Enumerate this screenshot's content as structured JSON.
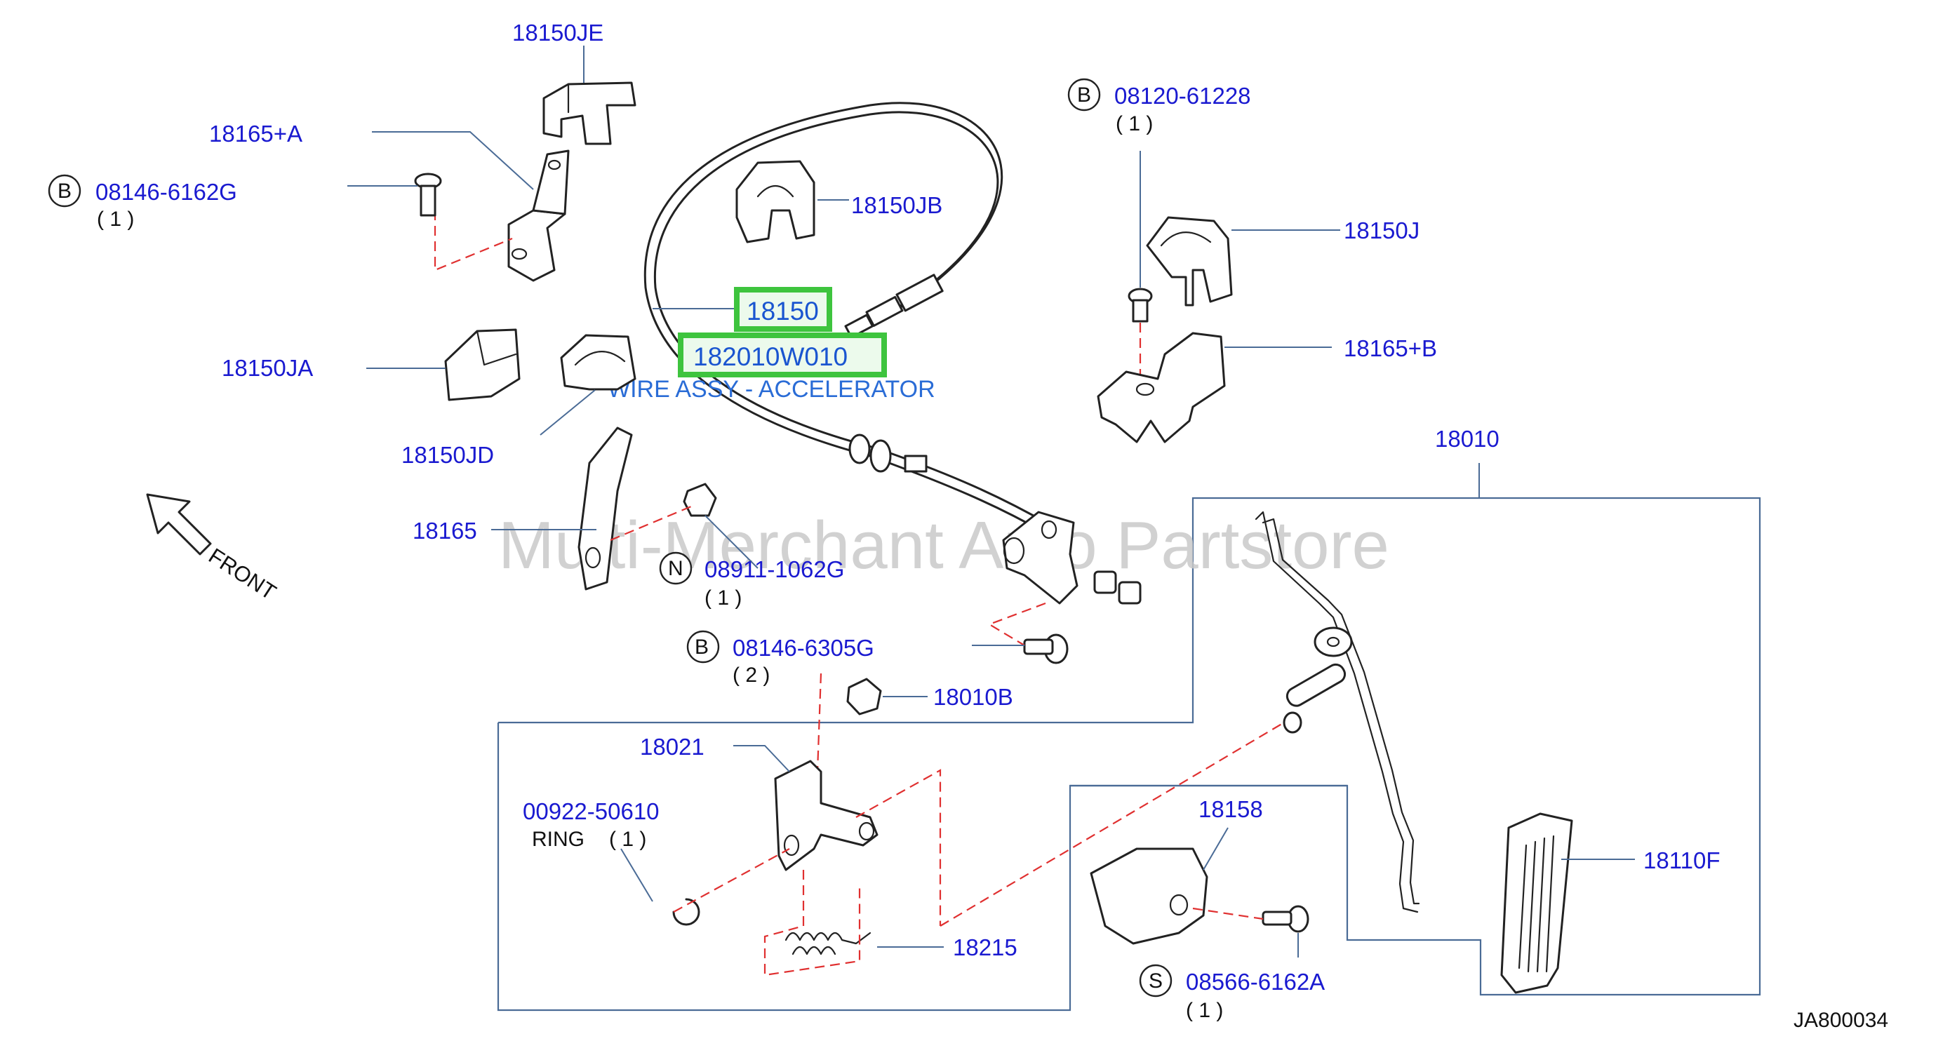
{
  "watermark": "Multi-Merchant Auto Partstore",
  "direction_label": "FRONT",
  "diagram_code": "JA800034",
  "selected_part": {
    "number": "18150",
    "part_code": "182010W010",
    "description": "WIRE ASSY - ACCELERATOR"
  },
  "labels": {
    "p18150JE": "18150JE",
    "p18165A": "18165+A",
    "p18150JB": "18150JB",
    "p18150JA": "18150JA",
    "p18150JD": "18150JD",
    "p18165": "18165",
    "p18150J": "18150J",
    "p18165B": "18165+B",
    "p18010": "18010",
    "p18010B": "18010B",
    "p18021": "18021",
    "p18158": "18158",
    "p18110F": "18110F",
    "p18215": "18215",
    "p00922": "00922-50610"
  },
  "callouts": {
    "b1": {
      "letter": "B",
      "number": "08146-6162G",
      "qty": "( 1 )"
    },
    "b2": {
      "letter": "B",
      "number": "08120-61228",
      "qty": "( 1 )"
    },
    "n1": {
      "letter": "N",
      "number": "08911-1062G",
      "qty": "( 1 )"
    },
    "b3": {
      "letter": "B",
      "number": "08146-6305G",
      "qty": "( 2 )"
    },
    "s1": {
      "letter": "S",
      "number": "08566-6162A",
      "qty": "( 1 )"
    },
    "ring": {
      "text": "RING",
      "qty": "( 1 )"
    }
  }
}
